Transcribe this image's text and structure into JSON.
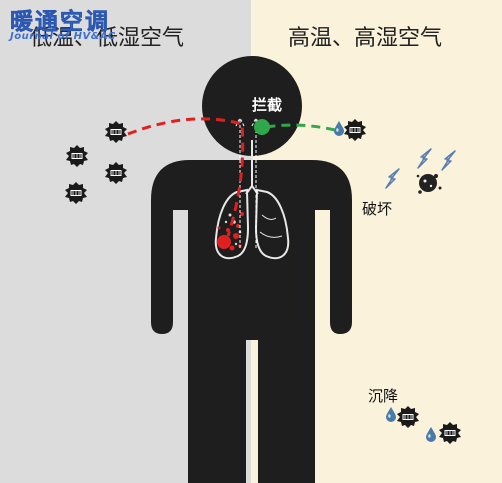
{
  "logo": {
    "cn": "暖通空调",
    "en": "Journal of HV&AC"
  },
  "left_panel": {
    "title": "低温、低湿空气",
    "background": "#dcdcdc"
  },
  "right_panel": {
    "title": "高温、高湿空气",
    "background": "#fbf2dc"
  },
  "labels": {
    "block": "拦截",
    "destroy": "破坏",
    "settle": "沉降"
  },
  "colors": {
    "body": "#1e1e1e",
    "virus": "#1a1a1a",
    "droplet": "#4a7ba8",
    "red_path": "#e02020",
    "green_path": "#2ea84a",
    "uv_ray": "#5a7fae"
  },
  "icons": [
    "virus-icon",
    "water-droplet-icon",
    "uv-ray-icon",
    "lungs-icon",
    "human-silhouette-icon"
  ]
}
